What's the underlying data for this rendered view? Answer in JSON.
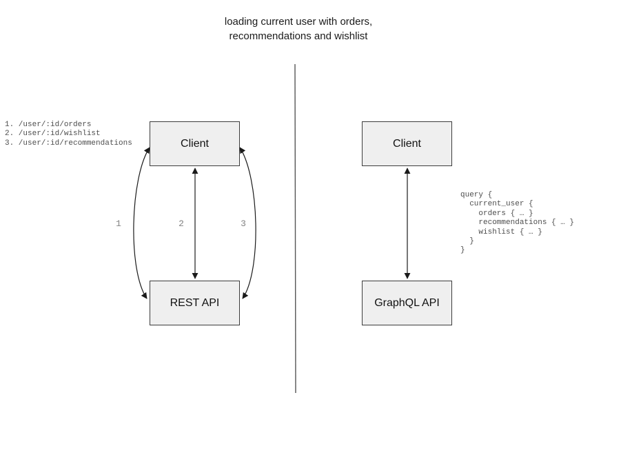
{
  "title": {
    "line1": "loading current user with orders,",
    "line2": "recommendations and wishlist"
  },
  "rest_panel": {
    "client_label": "Client",
    "api_label": "REST API",
    "endpoints": "1. /user/:id/orders\n2. /user/:id/wishlist\n3. /user/:id/recommendations",
    "arrow_labels": [
      "1",
      "2",
      "3"
    ]
  },
  "graphql_panel": {
    "client_label": "Client",
    "api_label": "GraphQL API",
    "query": "query {\n  current_user {\n    orders { … }\n    recommendations { … }\n    wishlist { … }\n  }\n}"
  },
  "colors": {
    "box_fill": "#efefef",
    "box_border": "#3b3b3b",
    "arrow": "#1a1a1a",
    "mono_text": "#4d4d4d",
    "label_gray": "#828282",
    "divider": "#555555",
    "title_text": "#1a1a1a"
  }
}
